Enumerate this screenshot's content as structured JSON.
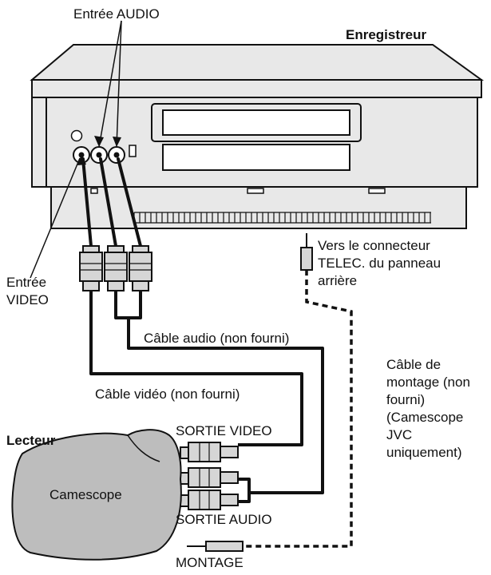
{
  "labels": {
    "audio_input": "Entrée AUDIO",
    "recorder": "Enregistreur",
    "video_input_lines": [
      "Entrée",
      "VIDEO"
    ],
    "telec_lines": [
      "Vers le connecteur",
      "TELEC. du panneau",
      "arrière"
    ],
    "audio_cable": "Câble audio (non fourni)",
    "video_cable": "Câble vidéo (non fourni)",
    "edit_cable_lines": [
      "Câble de",
      "montage (non",
      "fourni)",
      "(Camescope",
      "JVC",
      "uniquement)"
    ],
    "player": "Lecteur",
    "camcorder": "Camescope",
    "video_out": "SORTIE VIDEO",
    "audio_out": "SORTIE AUDIO",
    "edit_jack": "MONTAGE"
  },
  "colors": {
    "device_fill": "#e8e8e8",
    "camcorder_fill": "#bdbdbd",
    "line": "#111111"
  }
}
